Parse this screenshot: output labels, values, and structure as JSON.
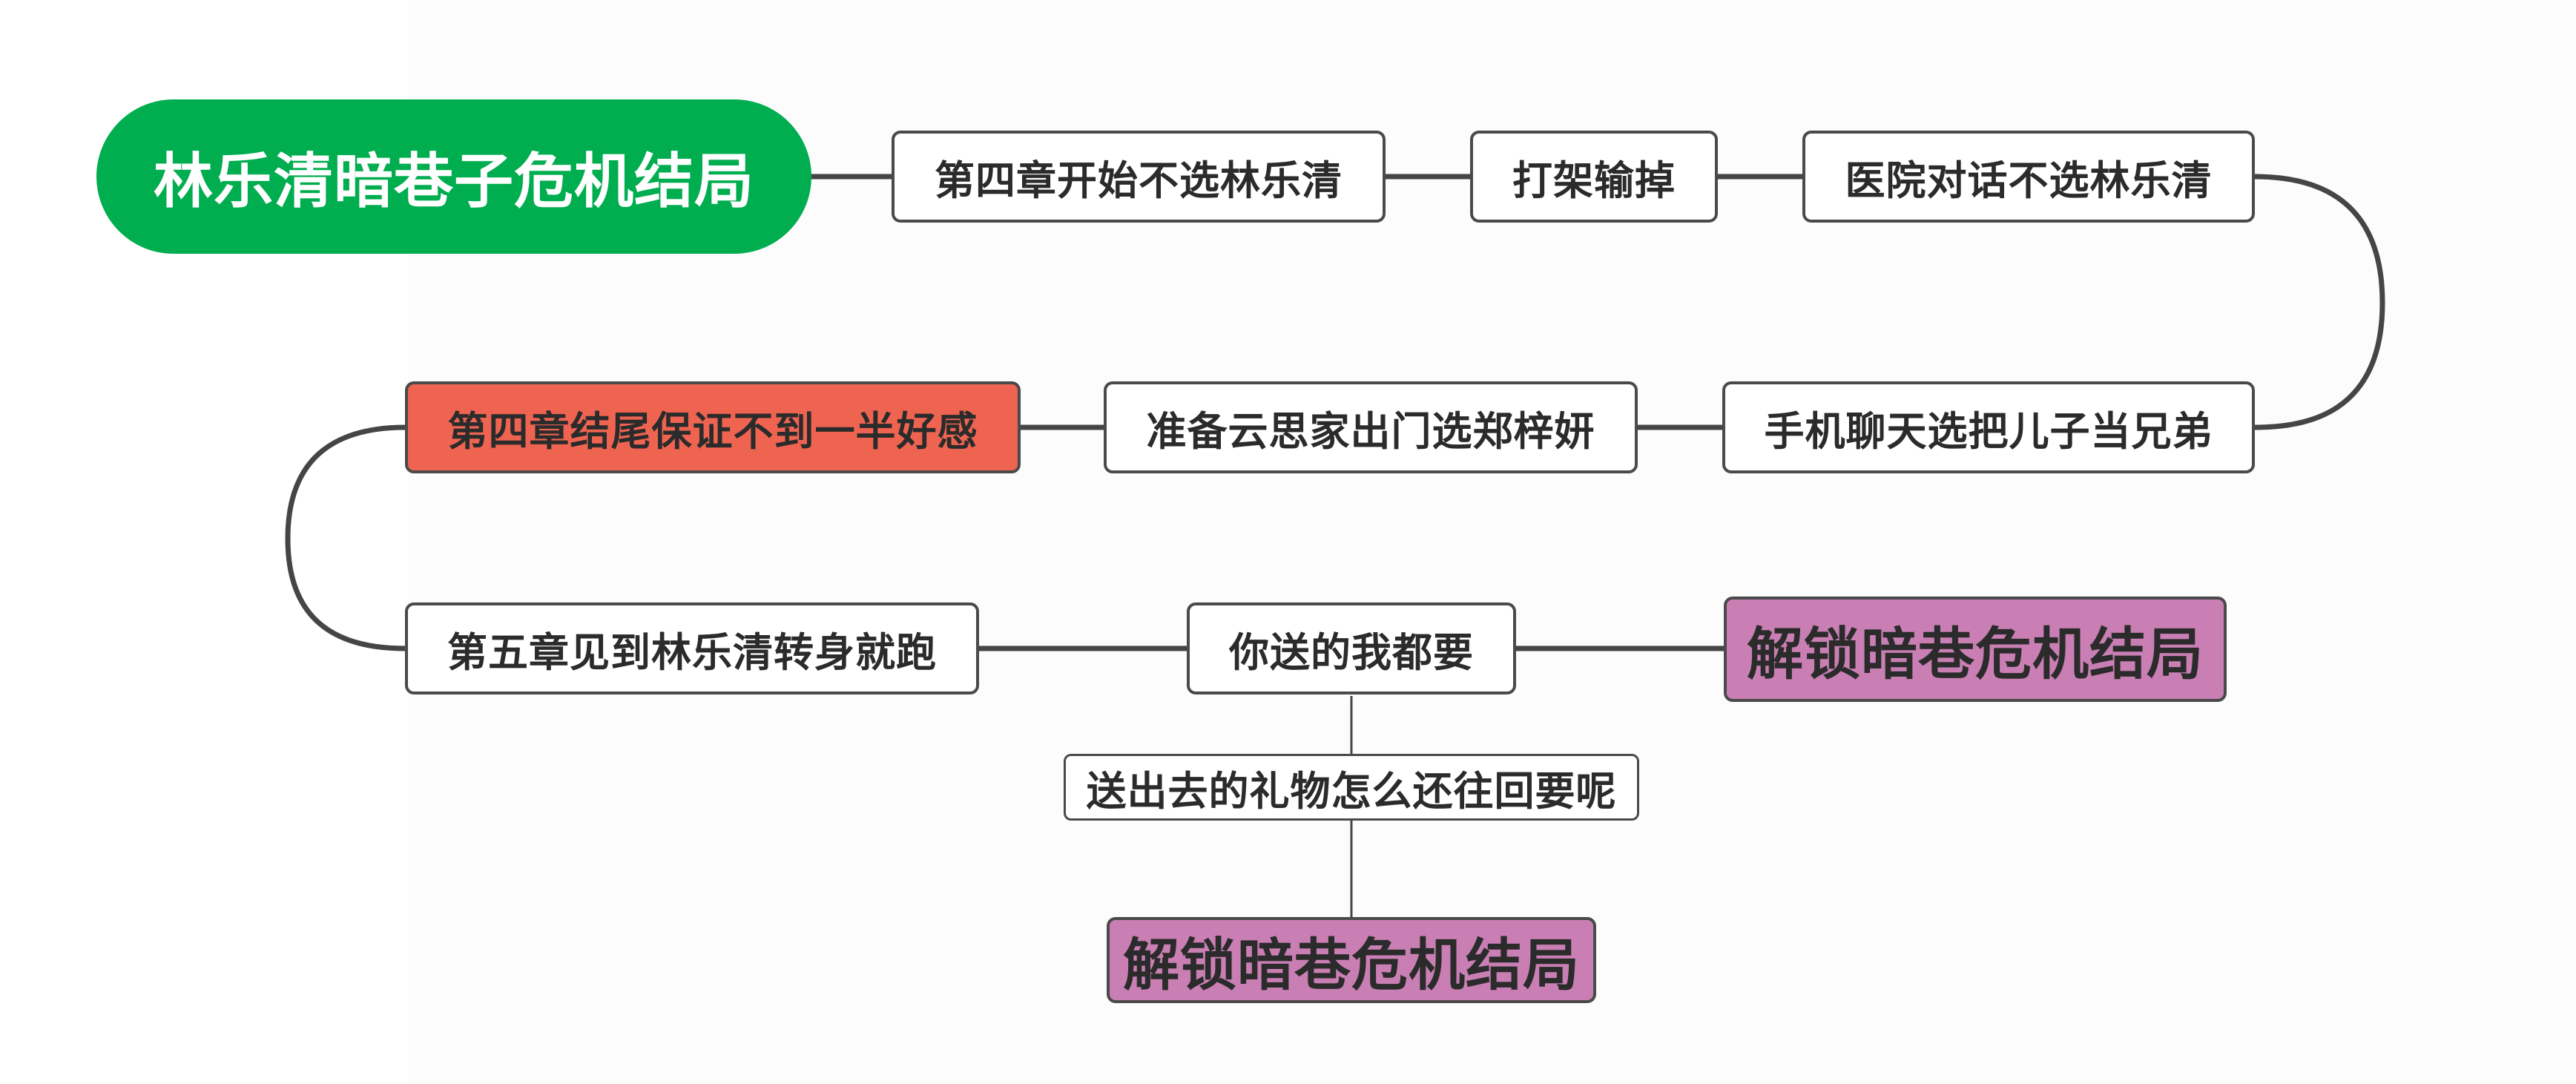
{
  "diagram": {
    "root": "林乐清暗巷子危机结局",
    "row1": [
      "第四章开始不选林乐清",
      "打架输掉",
      "医院对话不选林乐清"
    ],
    "row2": [
      "手机聊天选把儿子当兄弟",
      "准备云思家出门选郑梓妍",
      "第四章结尾保证不到一半好感"
    ],
    "row3": [
      "第五章见到林乐清转身就跑",
      "你送的我都要",
      "解锁暗巷危机结局"
    ],
    "branch": [
      "送出去的礼物怎么还往回要呢",
      "解锁暗巷危机结局"
    ]
  },
  "colors": {
    "root": "#00ad4f",
    "warn": "#ef6451",
    "ending": "#c97fb3",
    "border": "#4a4a4a",
    "text": "#2b2b2b"
  }
}
